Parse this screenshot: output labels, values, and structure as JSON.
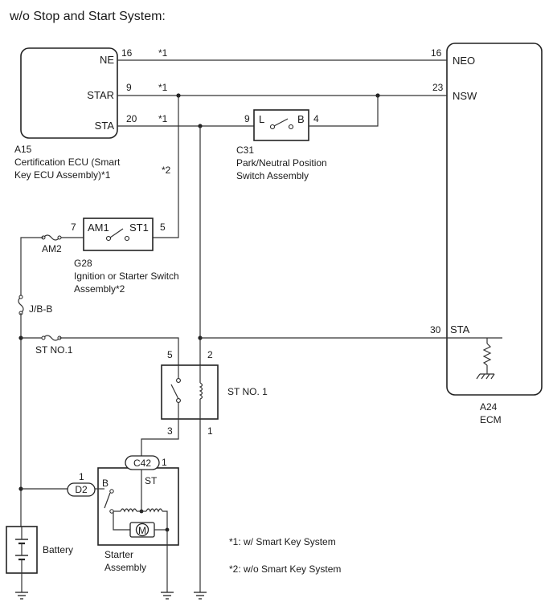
{
  "title": "w/o Stop and Start System:",
  "components": {
    "cert_ecu": {
      "code": "A15",
      "name_line1": "Certification ECU (Smart",
      "name_line2": "Key ECU Assembly)*1",
      "terminals": [
        {
          "label": "NE",
          "pin": "16",
          "note": "*1"
        },
        {
          "label": "STAR",
          "pin": "9",
          "note": "*1"
        },
        {
          "label": "STA",
          "pin": "20",
          "note": "*1"
        }
      ]
    },
    "ecm": {
      "code": "A24",
      "name": "ECM",
      "terminals": [
        {
          "label": "NEO",
          "pin": "16"
        },
        {
          "label": "NSW",
          "pin": "23"
        },
        {
          "label": "STA",
          "pin": "30"
        }
      ]
    },
    "pnp_switch": {
      "code": "C31",
      "name_line1": "Park/Neutral Position",
      "name_line2": "Switch Assembly",
      "left_label": "L",
      "right_label": "B",
      "left_pin": "9",
      "right_pin": "4"
    },
    "ign_switch": {
      "code": "G28",
      "name_line1": "Ignition or Starter Switch",
      "name_line2": "Assembly*2",
      "left_label": "AM1",
      "right_label": "ST1",
      "left_pin": "7",
      "right_pin": "5",
      "wire_note": "*2"
    },
    "relay": {
      "name": "ST NO. 1",
      "pins": [
        "5",
        "2",
        "3",
        "1"
      ]
    },
    "starter": {
      "name_line1": "Starter",
      "name_line2": "Assembly",
      "connector": "C42",
      "connector_pin": "1",
      "b_label": "B",
      "st_label": "ST",
      "motor_label": "M",
      "d2_connector": "D2",
      "d2_pin": "1"
    },
    "battery": {
      "name": "Battery"
    },
    "fuses": {
      "am2": "AM2",
      "jb": "J/B-B",
      "st_no1": "ST NO.1"
    }
  },
  "notes": [
    "*1: w/ Smart Key System",
    "*2: w/o Smart Key System"
  ]
}
